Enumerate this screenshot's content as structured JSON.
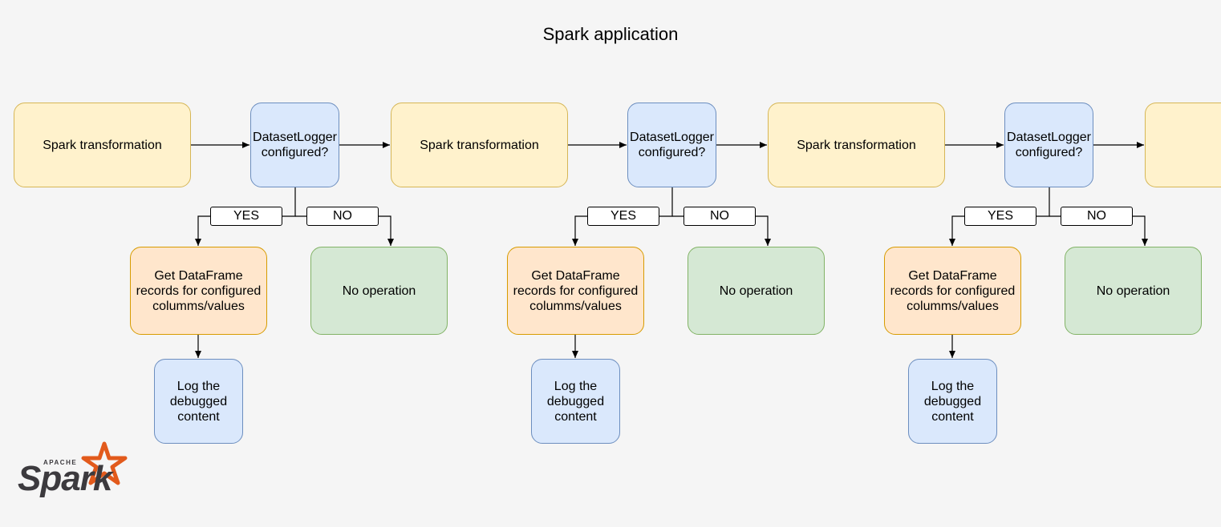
{
  "title": "Spark application",
  "nodes": {
    "transform_label": "Spark transformation",
    "decision_label": "DatasetLogger\nconfigured?",
    "getdf_label": "Get DataFrame\nrecords for configured\ncolumms/values",
    "noop_label": "No operation",
    "log_label": "Log the\ndebugged\ncontent"
  },
  "edges": {
    "yes_label": "YES",
    "no_label": "NO"
  },
  "logo": {
    "small_text": "APACHE",
    "word": "Spark",
    "star_color": "#e25a1c"
  },
  "colors": {
    "transform_fill": "#fff2cc",
    "decision_fill": "#dae8fc",
    "getdf_fill": "#ffe6cc",
    "noop_fill": "#d5e8d4",
    "background": "#f5f5f5"
  }
}
